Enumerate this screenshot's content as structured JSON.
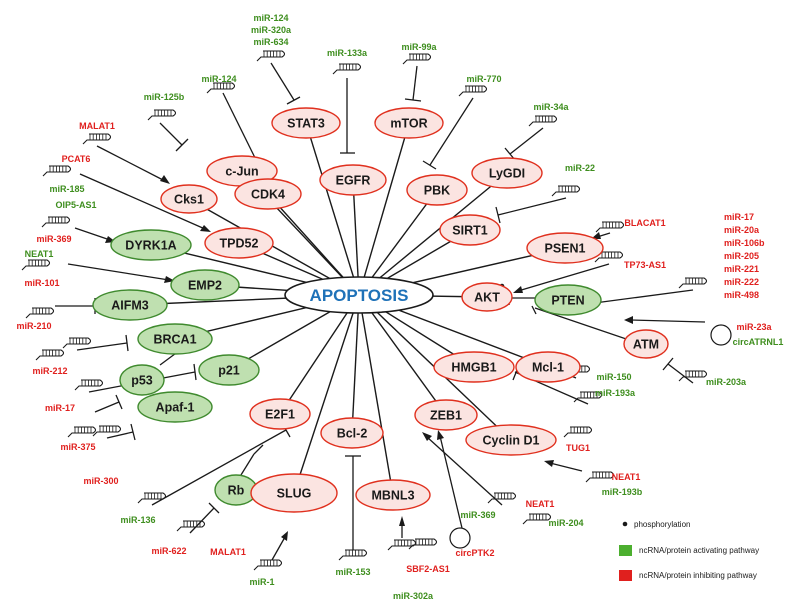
{
  "center": {
    "label": "APOPTOSIS"
  },
  "nodes": {
    "stat3": {
      "label": "STAT3",
      "type": "inhibit"
    },
    "egfr": {
      "label": "EGFR",
      "type": "inhibit"
    },
    "mtor": {
      "label": "mTOR",
      "type": "inhibit"
    },
    "cjun": {
      "label": "c-Jun",
      "type": "inhibit"
    },
    "cdk4": {
      "label": "CDK4",
      "type": "inhibit"
    },
    "pbk": {
      "label": "PBK",
      "type": "inhibit"
    },
    "lygdi": {
      "label": "LyGDI",
      "type": "inhibit"
    },
    "cks1": {
      "label": "Cks1",
      "type": "inhibit"
    },
    "sirt1": {
      "label": "SIRT1",
      "type": "inhibit"
    },
    "tpd52": {
      "label": "TPD52",
      "type": "inhibit"
    },
    "psen1": {
      "label": "PSEN1",
      "type": "inhibit"
    },
    "dyrk1a": {
      "label": "DYRK1A",
      "type": "activate"
    },
    "emp2": {
      "label": "EMP2",
      "type": "activate"
    },
    "aifm3": {
      "label": "AIFM3",
      "type": "activate"
    },
    "akt": {
      "label": "AKT",
      "type": "inhibit"
    },
    "pten": {
      "label": "PTEN",
      "type": "activate"
    },
    "brca1": {
      "label": "BRCA1",
      "type": "activate"
    },
    "atm": {
      "label": "ATM",
      "type": "inhibit"
    },
    "hmgb1": {
      "label": "HMGB1",
      "type": "inhibit"
    },
    "mcl1": {
      "label": "Mcl-1",
      "type": "inhibit"
    },
    "p21": {
      "label": "p21",
      "type": "activate"
    },
    "p53": {
      "label": "p53",
      "type": "activate"
    },
    "e2f1": {
      "label": "E2F1",
      "type": "inhibit"
    },
    "apaf1": {
      "label": "Apaf-1",
      "type": "activate"
    },
    "bcl2": {
      "label": "Bcl-2",
      "type": "inhibit"
    },
    "zeb1": {
      "label": "ZEB1",
      "type": "inhibit"
    },
    "cyclind1": {
      "label": "Cyclin D1",
      "type": "inhibit"
    },
    "rb": {
      "label": "Rb",
      "type": "activate"
    },
    "slug": {
      "label": "SLUG",
      "type": "inhibit"
    },
    "mbnl3": {
      "label": "MBNL3",
      "type": "inhibit"
    }
  },
  "ncrna_labels": {
    "mir124_group": [
      "miR-124",
      "miR-320a",
      "miR-634"
    ],
    "mir133a": "miR-133a",
    "mir99a": "miR-99a",
    "mir770": "miR-770",
    "mir124": "miR-124",
    "mir125b": "miR-125b",
    "mir34a": "miR-34a",
    "malat1_top": "MALAT1",
    "pcat6": "PCAT6",
    "mir22": "miR-22",
    "mir185": "miR-185",
    "oip5as1": "OIP5-AS1",
    "blacat1": "BLACAT1",
    "mir369_left": "miR-369",
    "right_mir_group": [
      "miR-17",
      "miR-20a",
      "miR-106b",
      "miR-205",
      "miR-221",
      "miR-222",
      "miR-498"
    ],
    "neat1_left": "NEAT1",
    "mir101": "miR-101",
    "tp73as1": "TP73-AS1",
    "mir210": "miR-210",
    "mir23a": "miR-23a",
    "circatrnl1": "circATRNL1",
    "mir212": "miR-212",
    "mir203a": "miR-203a",
    "mir150": "miR-150",
    "mir17_left": "miR-17",
    "mir193a": "miR-193a",
    "mir375": "miR-375",
    "tug1": "TUG1",
    "mir300": "miR-300",
    "neat1_right": "NEAT1",
    "mir193b": "miR-193b",
    "mir136": "miR-136",
    "mir369_bottom": "miR-369",
    "neat1_bottom": "NEAT1",
    "mir204": "miR-204",
    "circptk2": "circPTK2",
    "mir622": "miR-622",
    "malat1_bottom": "MALAT1",
    "mir1": "miR-1",
    "mir153": "miR-153",
    "sbf2as1": "SBF2-AS1",
    "mir302a": "miR-302a"
  },
  "legend": {
    "phosphorylation": "phosphorylation",
    "activating": "ncRNA/protein activating  pathway",
    "inhibiting": "ncRNA/protein inhibiting pathway"
  },
  "colors": {
    "inhibit_fill": "#fbe4e1",
    "inhibit_stroke": "#e0301e",
    "activate_fill": "#bfe0b0",
    "activate_stroke": "#3f8a2e",
    "mir_green": "#3e8e1e",
    "mir_red": "#e0201e",
    "center_text": "#1f72b8",
    "legend_green": "#4caf2f",
    "legend_red": "#e0201e"
  }
}
